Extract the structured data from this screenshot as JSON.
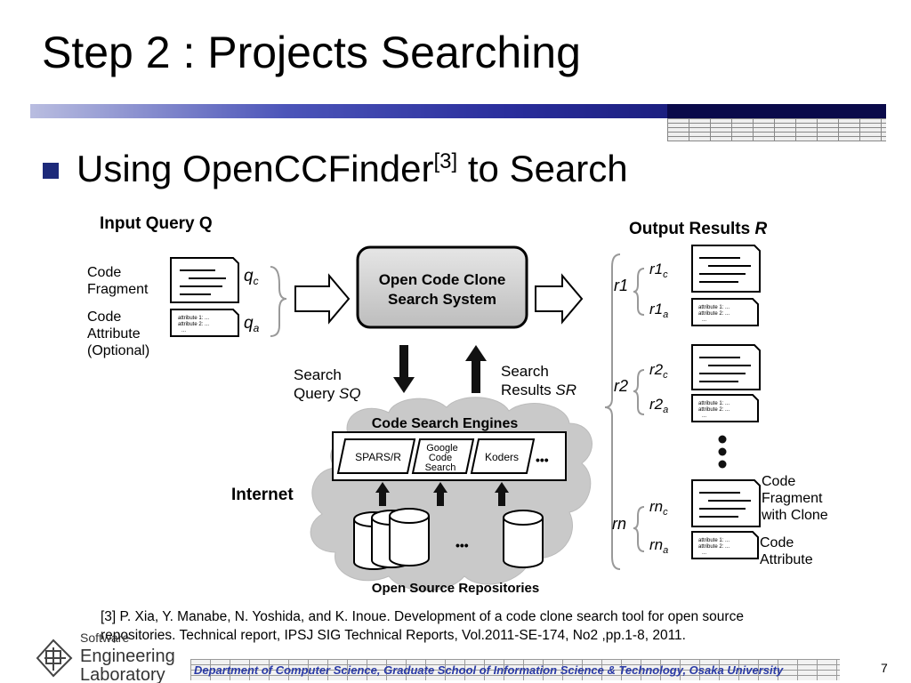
{
  "slide": {
    "title": "Step 2 : Projects Searching",
    "bullet_main": "Using OpenCCFinder",
    "bullet_sup": "[3]",
    "bullet_tail": " to Search",
    "page_number": "7"
  },
  "diagram": {
    "input_heading": "Input Query Q",
    "output_heading_prefix": "Output Results ",
    "output_heading_var": "R",
    "code_fragment_label_1": "Code",
    "code_fragment_label_2": "Fragment",
    "code_attr_label_1": "Code",
    "code_attr_label_2": "Attribute",
    "code_attr_label_3": "(Optional)",
    "qc": "q",
    "qc_sub": "c",
    "qa": "q",
    "qa_sub": "a",
    "system_line_1": "Open Code Clone",
    "system_line_2": "Search System",
    "search_query_1": "Search",
    "search_query_2": "Query ",
    "search_query_var": "SQ",
    "search_results_1": "Search",
    "search_results_2": "Results ",
    "search_results_var": "SR",
    "engines_heading": "Code Search Engines",
    "engine_1": "SPARS/R",
    "engine_2_l1": "Google",
    "engine_2_l2": "Code",
    "engine_2_l3": "Search",
    "engine_3": "Koders",
    "ellipsis": "•••",
    "internet_label": "Internet",
    "repos_label": "Open Source Repositories",
    "attr_line_1": "attribute 1: ...",
    "attr_line_2": "attribute 2: ...",
    "attr_line_3": "...",
    "r1": "r1",
    "r1c": "r1",
    "r1c_sub": "c",
    "r1a": "r1",
    "r1a_sub": "a",
    "r2": "r2",
    "r2c": "r2",
    "r2c_sub": "c",
    "r2a": "r2",
    "r2a_sub": "a",
    "rn": "rn",
    "rnc": "rn",
    "rnc_sub": "c",
    "rna": "rn",
    "rna_sub": "a",
    "clone_label_1": "Code",
    "clone_label_2": "Fragment",
    "clone_label_3": "with Clone",
    "code_attribute_label_1": "Code",
    "code_attribute_label_2": "Attribute"
  },
  "reference": {
    "line_1": "[3] P. Xia, Y. Manabe, N. Yoshida, and K. Inoue. Development of a code clone search tool for open source",
    "line_2": "repositories. Technical report, IPSJ SIG Technical Reports, Vol.2011-SE-174, No2 ,pp.1-8, 2011."
  },
  "footer": {
    "logo_line_1": "Software",
    "logo_line_2": "Engineering",
    "logo_line_3": "Laboratory",
    "department": "Department of Computer Science, Graduate School of Information Science & Technology, Osaka University"
  },
  "colors": {
    "bullet": "#1d2a7a",
    "footer_text": "#2a3aa6",
    "system_box": "#d4d4d4",
    "cloud": "#c8c8c8"
  }
}
